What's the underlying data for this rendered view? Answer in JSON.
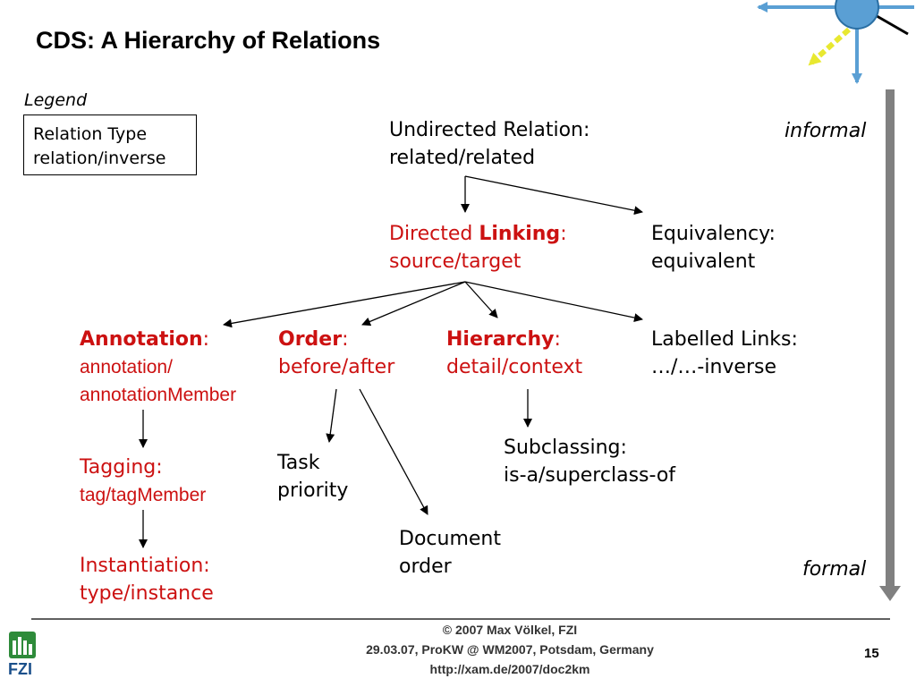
{
  "slide": {
    "title": "CDS: A Hierarchy of Relations",
    "page_number": "15"
  },
  "legend": {
    "caption": "Legend",
    "line1": "Relation Type",
    "line2": "relation/inverse"
  },
  "scale": {
    "top": "informal",
    "bottom": "formal"
  },
  "nodes": {
    "undirected": {
      "line1": "Undirected Relation:",
      "line2": "related/related"
    },
    "directed": {
      "prefix": "Directed ",
      "bold": "Linking",
      "suffix": ":",
      "line2": "source/target"
    },
    "equivalency": {
      "line1": "Equivalency:",
      "line2": "equivalent"
    },
    "annotation": {
      "bold": "Annotation",
      "suffix": ":",
      "line2": "annotation/",
      "line3": "annotationMember"
    },
    "order": {
      "bold": "Order",
      "suffix": ":",
      "line2": "before/after"
    },
    "hierarchy": {
      "bold": "Hierarchy",
      "suffix": ":",
      "line2": "detail/context"
    },
    "labelled": {
      "line1": "Labelled Links:",
      "line2": "…/…-inverse"
    },
    "subclassing": {
      "line1": "Subclassing:",
      "line2": "is-a/superclass-of"
    },
    "task": {
      "line1": "Task",
      "line2": "priority"
    },
    "document": {
      "line1": "Document",
      "line2": "order"
    },
    "tagging": {
      "line1": "Tagging:",
      "line2": "tag/tagMember"
    },
    "instantiation": {
      "line1": "Instantiation:",
      "line2": "type/instance"
    }
  },
  "footer": {
    "line1": "© 2007 Max Völkel, FZI",
    "line2": "29.03.07, ProKW @ WM2007, Potsdam, Germany",
    "line3": "http://xam.de/2007/doc2km"
  },
  "logo": {
    "text": "FZI"
  },
  "colors": {
    "red": "#cc1111",
    "scale_bar": "#808080",
    "logo_green": "#2e8b3a",
    "compass_blue": "#5a9fd4",
    "compass_yellow": "#e8e830"
  }
}
